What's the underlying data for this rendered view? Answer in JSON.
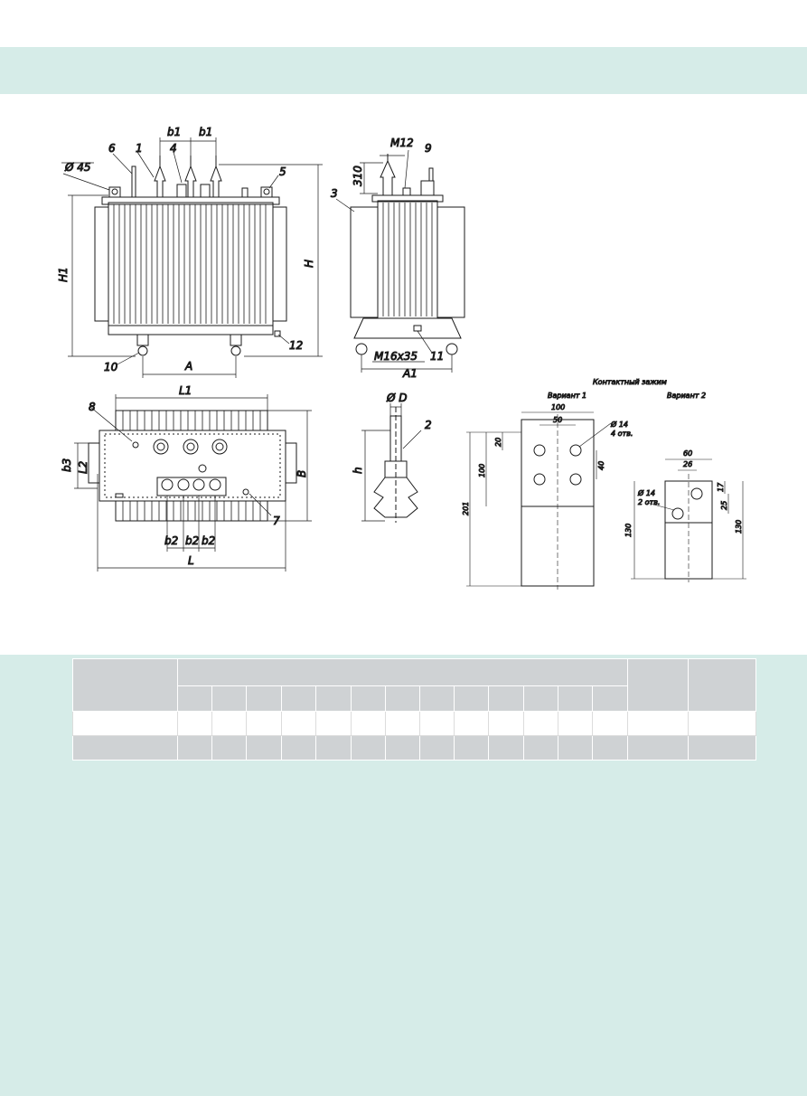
{
  "drawing": {
    "labels": {
      "b1": "b1",
      "phi45": "Ø 45",
      "m12": "M12",
      "l310": "310",
      "h1": "H1",
      "h": "H",
      "a": "A",
      "a1": "A1",
      "m16x35": "M16x35",
      "l1": "L1",
      "b": "B",
      "b2": "b2",
      "b3": "b3",
      "l2": "L2",
      "l": "L",
      "phi_d": "Ø D",
      "hh": "h",
      "n1": "1",
      "n2": "2",
      "n3": "3",
      "n4": "4",
      "n5": "5",
      "n6": "6",
      "n7": "7",
      "n8": "8",
      "n9": "9",
      "n10": "10",
      "n11": "11",
      "n12": "12"
    },
    "clamp": {
      "title": "Контактный зажим",
      "variant1": "Вариант 1",
      "variant2": "Вариант 2",
      "d100": "100",
      "d50": "50",
      "d20": "20",
      "d100v": "100",
      "d40": "40",
      "d201": "201",
      "hole1": "Ø 14",
      "hole1b": "4 отв.",
      "d60": "60",
      "d26": "26",
      "d17": "17",
      "d25": "25",
      "d130a": "130",
      "d130b": "130",
      "hole2": "Ø 14",
      "hole2b": "2 отв."
    }
  },
  "table": {
    "sub_columns": 13
  }
}
